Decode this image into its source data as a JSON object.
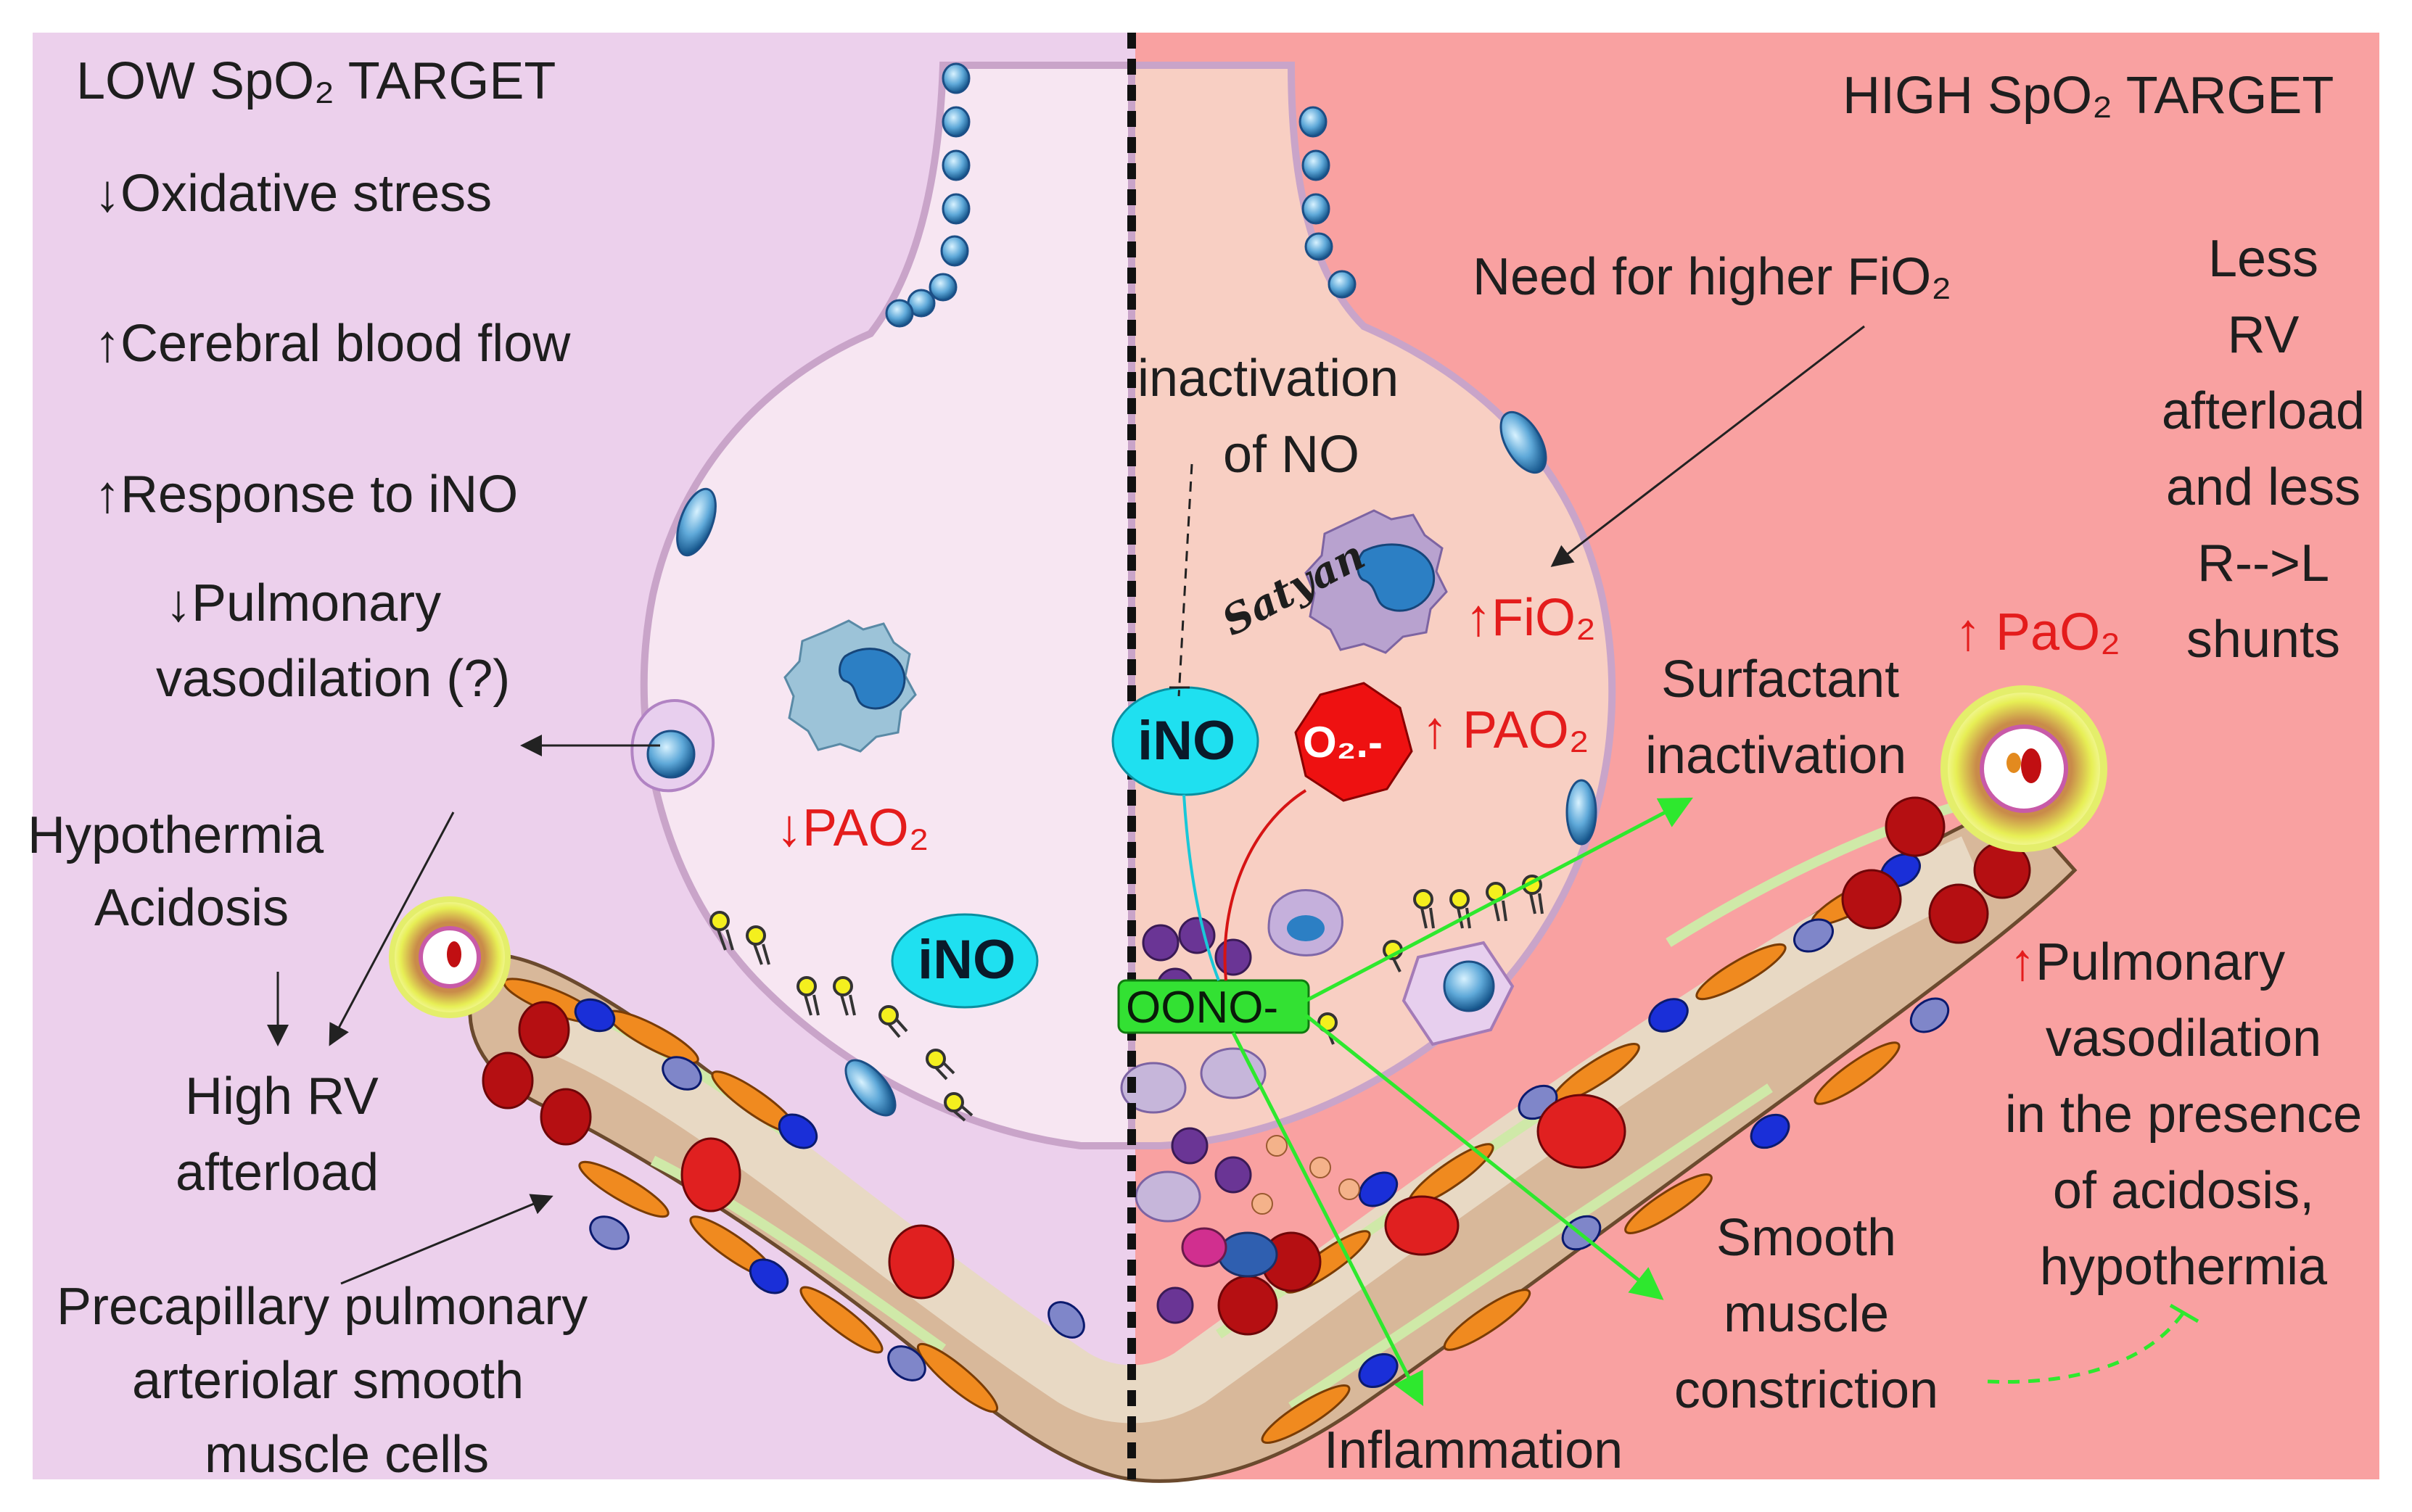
{
  "left_panel": {
    "title": "LOW SpO₂ TARGET",
    "effects": [
      {
        "arrow": "down",
        "text": "Oxidative stress"
      },
      {
        "arrow": "up",
        "text": "Cerebral blood flow"
      },
      {
        "arrow": "up",
        "text": "Response to iNO"
      },
      {
        "arrow": "down",
        "text": "Pulmonary",
        "text2": "vasodilation (?)"
      }
    ],
    "hypothermia": "Hypothermia",
    "acidosis": "Acidosis",
    "high_rv_1": "High RV",
    "high_rv_2": "afterload",
    "precap_1": "Precapillary pulmonary",
    "precap_2": "arteriolar smooth",
    "precap_3": "muscle cells",
    "pao2_low": "↓PAO₂",
    "ino_label": "iNO"
  },
  "right_panel": {
    "title": "HIGH SpO₂ TARGET",
    "need_fio2": "Need for higher FiO₂",
    "less_rv": [
      "Less",
      "RV",
      "afterload",
      "and less",
      "R-->L",
      "shunts"
    ],
    "inactivation_1": "inactivation",
    "inactivation_2": "of NO",
    "signature": "Satyan",
    "fio2_up": "↑FiO₂",
    "pao2_up": "↑ PAO₂",
    "pao2_arterial": "↑ PaO₂",
    "ino_label": "iNO",
    "superoxide": "O₂.-",
    "peroxynitrite": "OONO-",
    "surfactant_1": "Surfactant",
    "surfactant_2": "inactivation",
    "pulm_vaso": [
      "Pulmonary",
      "vasodilation",
      "in the presence",
      "of acidosis,",
      "hypothermia"
    ],
    "smooth_1": "Smooth",
    "smooth_2": "muscle",
    "smooth_3": "constriction",
    "inflammation": "Inflammation"
  },
  "colors": {
    "left_bg": "#ecd0ec",
    "right_bg": "#f9a1a1",
    "alveolus_left": "#f7e6f2",
    "alveolus_right": "#f8cfc3",
    "ino_fill": "#1fe0f0",
    "oono_fill": "#33e133",
    "superoxide_fill": "#ee1111",
    "green_arrow": "#2ee82e",
    "rbc": "#b50f12",
    "nucleus": "#1a2fd8",
    "smooth_muscle": "#f08a1f",
    "vessel_wall": "#d8b89a"
  }
}
